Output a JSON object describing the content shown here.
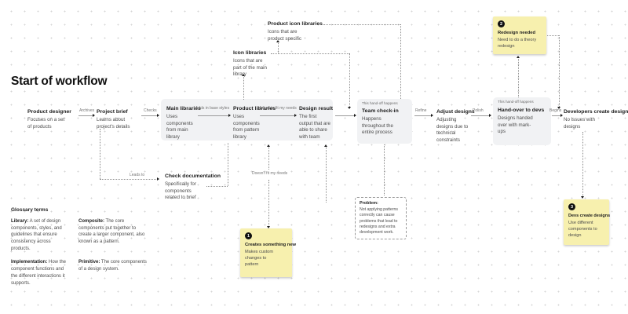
{
  "title": "Start of workflow",
  "colors": {
    "sticky_yellow": "#f7f0ae",
    "card_gray": "#f1f2f4",
    "background": "#ffffff",
    "connector": "#9a9a9a"
  },
  "nodes": {
    "product_designer": {
      "title": "Product designer",
      "desc": "Focuses on a set of products"
    },
    "project_brief": {
      "title": "Project brief",
      "desc": "Learns about project's details"
    },
    "main_libraries": {
      "title": "Main libraries",
      "desc": "Uses components from main library"
    },
    "product_libraries": {
      "title": "Product libraries",
      "desc": "Uses components from pattern library"
    },
    "design_result": {
      "title": "Design result",
      "desc": "The first output that are able to share with team"
    },
    "team_check_in": {
      "tag": "This hand-off happens",
      "title": "Team check-in",
      "desc": "Happens throughout the entire process"
    },
    "adjust_designs": {
      "title": "Adjust designs",
      "desc": "Adjusting designs due to technical constraints"
    },
    "hand_over": {
      "tag": "This hand-off happens",
      "title": "Hand-over to devs",
      "desc": "Designs handed over with mark-ups"
    },
    "developers": {
      "title": "Developers create designs",
      "desc": "No issues with designs"
    },
    "check_documentation": {
      "title": "Check documentation",
      "desc": "Specifically for components related to brief"
    },
    "icon_libraries": {
      "title": "Icon libraries",
      "desc": "Icons that are part of the main library"
    },
    "product_icon_libraries": {
      "title": "Product icon libraries",
      "desc": "Icons that are product specific"
    }
  },
  "labels": {
    "archives": "Archives",
    "checks": "Checks",
    "adds_base_styles": "Adds in base styles",
    "adjust_fit": "Adjust to fit my needs",
    "refine": "Refine",
    "polish": "Polish",
    "begins": "Begins",
    "leads_to": "Leads to",
    "doesnt_fit": "Doesn't fit my needs"
  },
  "stickies": [
    {
      "num": "1",
      "title": "Creates something new",
      "desc": "Makes custom changes to pattern"
    },
    {
      "num": "2",
      "title": "Redesign needed",
      "desc": "Need to do a theory redesign"
    },
    {
      "num": "3",
      "title": "Devs create designs",
      "desc": "Use different components to design"
    }
  ],
  "problem": {
    "title": "Problem:",
    "desc": "Not applying patterns correctly can cause problems that lead to redesigns and extra development work."
  },
  "glossary": {
    "title": "Glossary terms",
    "items": [
      {
        "term": "Library:",
        "def": " A set of design components, styles, and guidelines that ensure consistency across products."
      },
      {
        "term": "Composite:",
        "def": " The core components put together to create a larger component, also known as a pattern."
      },
      {
        "term": "Implementation:",
        "def": " How the component functions and the different interactions it supports."
      },
      {
        "term": "Primitive:",
        "def": " The core components of a design system."
      }
    ]
  }
}
